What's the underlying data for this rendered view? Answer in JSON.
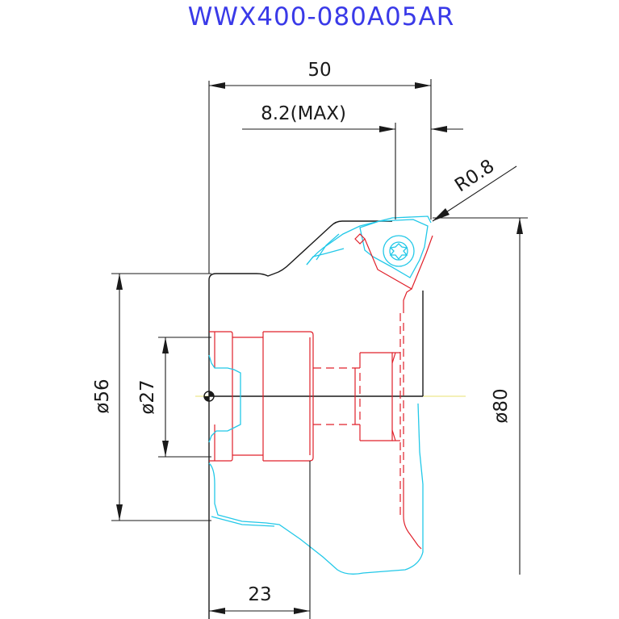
{
  "title": "WWX400-080A05AR",
  "dimensions": {
    "width_total": "50",
    "depth_max": "8.2(MAX)",
    "corner_radius": "R0.8",
    "dia_body": "ø56",
    "dia_bore": "ø27",
    "dia_cutting": "ø80",
    "length_shank": "23"
  },
  "colors": {
    "title": "#3a3ae8",
    "outline": "#1a1a1a",
    "hidden": "#e0202a",
    "insert": "#22c8e8",
    "center": "#e8e070"
  }
}
